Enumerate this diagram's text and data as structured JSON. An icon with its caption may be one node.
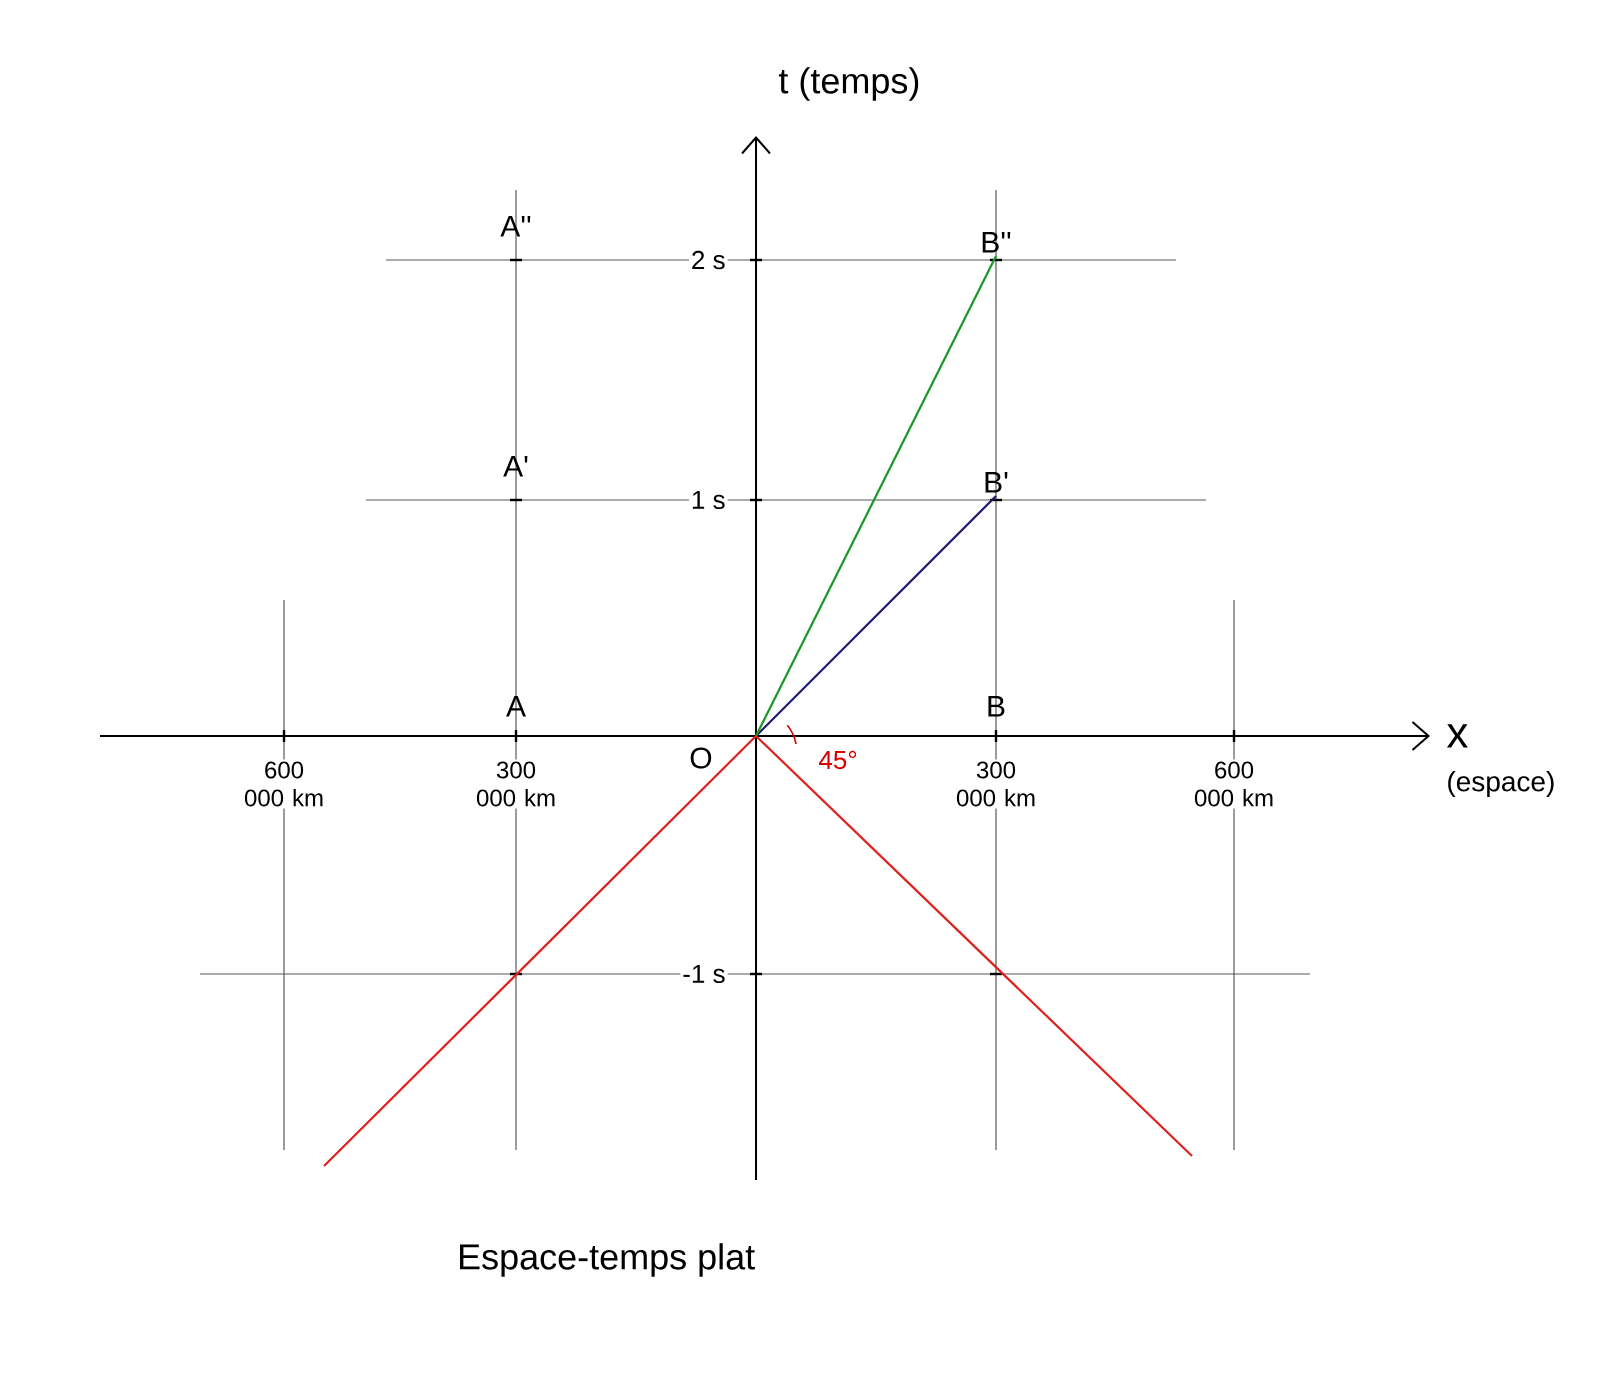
{
  "diagram": {
    "caption": "Espace-temps plat",
    "nodes": [
      {
        "text": [
          "O"
        ]
      },
      {
        "text": [
          "A"
        ]
      },
      {
        "text": [
          "A'"
        ]
      },
      {
        "text": [
          "A''"
        ]
      },
      {
        "text": [
          "B"
        ]
      },
      {
        "text": [
          "B'"
        ]
      },
      {
        "text": [
          "B''"
        ]
      }
    ],
    "edges": [
      {
        "from": 0,
        "to": 5,
        "arrow": "none",
        "color": "#1a1a6e"
      },
      {
        "from": 0,
        "to": 6,
        "arrow": "none",
        "color": "#1f9a2a"
      },
      {
        "from": 0,
        "to": null,
        "arrow": "none",
        "color": "#e0201e"
      },
      {
        "from": 0,
        "to": null,
        "arrow": "none",
        "color": "#e0201e"
      }
    ],
    "labels": [
      "t (temps)",
      "2 s",
      "1 s",
      "x",
      "(espace)",
      "600 000 km",
      "300 000 km",
      "45°",
      "300 000 km",
      "600 000 km",
      "-1 s"
    ]
  }
}
